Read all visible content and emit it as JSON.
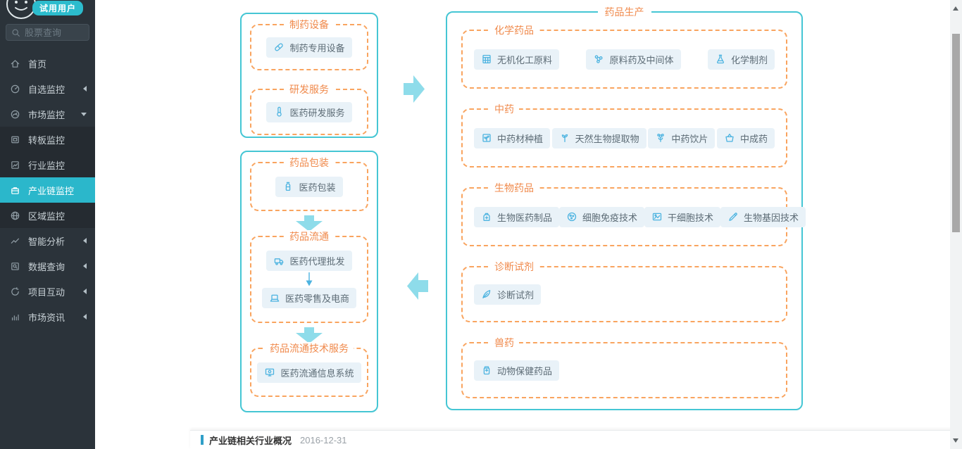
{
  "user": {
    "badge_label": "试用用户"
  },
  "search": {
    "placeholder": "股票查询"
  },
  "sidebar": {
    "items": [
      {
        "key": "home",
        "label": "首页",
        "icon": "home"
      },
      {
        "key": "watchlist-monitor",
        "label": "自选监控",
        "icon": "gauge",
        "arrow": "left"
      },
      {
        "key": "market-monitor",
        "label": "市场监控",
        "icon": "gauge2",
        "arrow": "down"
      },
      {
        "key": "transfer-board-monitor",
        "label": "转板监控",
        "icon": "board",
        "submenu": true
      },
      {
        "key": "industry-monitor",
        "label": "行业监控",
        "icon": "chart",
        "submenu": true
      },
      {
        "key": "industry-chain-monitor",
        "label": "产业链监控",
        "icon": "briefcase",
        "submenu": true,
        "active": true
      },
      {
        "key": "region-monitor",
        "label": "区域监控",
        "icon": "globe",
        "submenu": true
      },
      {
        "key": "smart-analysis",
        "label": "智能分析",
        "icon": "trend",
        "arrow": "left"
      },
      {
        "key": "data-query",
        "label": "数据查询",
        "icon": "searchbox",
        "arrow": "left"
      },
      {
        "key": "project-interaction",
        "label": "项目互动",
        "icon": "refresh",
        "arrow": "left"
      },
      {
        "key": "market-news",
        "label": "市场资讯",
        "icon": "bars",
        "arrow": "left"
      }
    ]
  },
  "diagram": {
    "left_top_box": {
      "sections": [
        {
          "key": "pharma-equipment",
          "title": "制药设备",
          "items": [
            {
              "key": "pharma-special-equipment",
              "label": "制药专用设备",
              "icon": "capsule"
            }
          ]
        },
        {
          "key": "rd-service",
          "title": "研发服务",
          "items": [
            {
              "key": "medicine-rd-service",
              "label": "医药研发服务",
              "icon": "thermometer"
            }
          ]
        }
      ]
    },
    "left_bottom_box": {
      "sections": [
        {
          "key": "drug-packaging",
          "title": "药品包装",
          "items": [
            {
              "key": "medicine-packaging",
              "label": "医药包装",
              "icon": "bottle"
            }
          ]
        },
        {
          "key": "drug-circulation",
          "title": "药品流通",
          "connector": true,
          "items": [
            {
              "key": "medicine-agency-wholesale",
              "label": "医药代理批发",
              "icon": "truck"
            },
            {
              "key": "medicine-retail-ecommerce",
              "label": "医药零售及电商",
              "icon": "laptop"
            }
          ]
        },
        {
          "key": "drug-circulation-tech-service",
          "title": "药品流通技术服务",
          "items": [
            {
              "key": "medicine-circulation-info-system",
              "label": "医药流通信息系统",
              "icon": "monitor"
            }
          ]
        }
      ]
    },
    "right_box": {
      "title": "药品生产",
      "sections": [
        {
          "key": "chemical-drugs",
          "title": "化学药品",
          "items": [
            {
              "key": "inorganic-chemical-materials",
              "label": "无机化工原料",
              "icon": "grid"
            },
            {
              "key": "api-and-intermediates",
              "label": "原料药及中间体",
              "icon": "molecule"
            },
            {
              "key": "chemical-preparations",
              "label": "化学制剂",
              "icon": "flask"
            }
          ]
        },
        {
          "key": "traditional-chinese-medicine",
          "title": "中药",
          "items": [
            {
              "key": "herb-planting",
              "label": "中药材种植",
              "icon": "plant"
            },
            {
              "key": "natural-bio-extracts",
              "label": "天然生物提取物",
              "icon": "sprout"
            },
            {
              "key": "herb-slices",
              "label": "中药饮片",
              "icon": "flower"
            },
            {
              "key": "chinese-patent-medicine",
              "label": "中成药",
              "icon": "basket"
            }
          ]
        },
        {
          "key": "biological-drugs",
          "title": "生物药品",
          "items": [
            {
              "key": "bio-pharma-products",
              "label": "生物医药制品",
              "icon": "bag"
            },
            {
              "key": "cell-immunity-tech",
              "label": "细胞免疫技术",
              "icon": "cell"
            },
            {
              "key": "stem-cell-tech",
              "label": "干细胞技术",
              "icon": "image"
            },
            {
              "key": "bio-gene-tech",
              "label": "生物基因技术",
              "icon": "gene"
            }
          ]
        },
        {
          "key": "diagnostic-reagents",
          "title": "诊断试剂",
          "items": [
            {
              "key": "diagnostic-reagent",
              "label": "诊断试剂",
              "icon": "feather"
            }
          ]
        },
        {
          "key": "veterinary-drugs",
          "title": "兽药",
          "items": [
            {
              "key": "animal-health-products",
              "label": "动物保健药品",
              "icon": "jar"
            }
          ]
        }
      ]
    }
  },
  "footer": {
    "title": "产业链相关行业概况",
    "date": "2016-12-31"
  },
  "colors": {
    "accent": "#2bb7cb",
    "box_border": "#45c6d4",
    "orange_title": "#f08a4c",
    "orange_dash": "#f9a45f",
    "arrow": "#8edcea",
    "chip_bg": "#e9f2f8",
    "chip_icon": "#4cb3e0",
    "chip_text": "#5d6c76",
    "sidebar_bg": "#2b333a",
    "sidebar_submenu_bg": "#252b31",
    "sidebar_text": "#c7d0d5",
    "footer_marker": "#2f9fc8",
    "badge_bg": "#2cbccd"
  }
}
